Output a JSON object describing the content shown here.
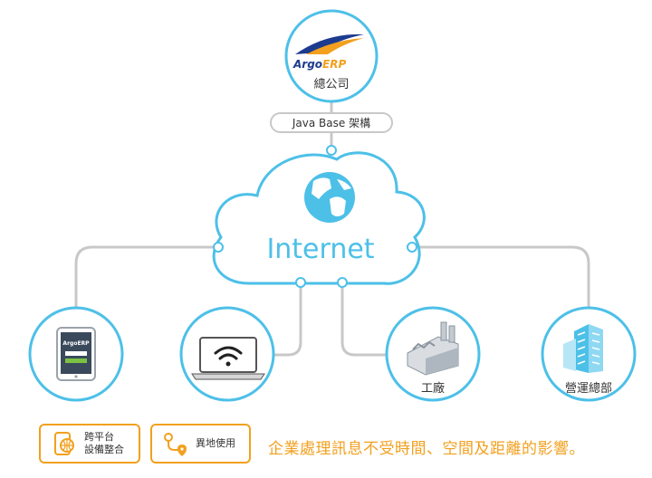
{
  "hq": {
    "logo_text_argo": "Argo",
    "logo_text_erp": "ERP",
    "label": "總公司"
  },
  "java_base_label": "Java Base 架構",
  "cloud_label": "Internet",
  "nodes": {
    "tablet": {
      "icon": "tablet-icon",
      "logo_text": "ArgoERP"
    },
    "laptop": {
      "icon": "laptop-wifi-icon"
    },
    "factory": {
      "icon": "factory-icon",
      "label": "工廠"
    },
    "operations": {
      "icon": "office-building-icon",
      "label": "營運總部"
    }
  },
  "features": [
    {
      "icon": "mobile-globe-icon",
      "line1": "跨平台",
      "line2": "設備整合"
    },
    {
      "icon": "route-icon",
      "line1": "異地使用"
    }
  ],
  "tagline": "企業處理訊息不受時間、空間及距離的影響。",
  "colors": {
    "blue": "#4dc0e8",
    "gray": "#c8c8c8",
    "orange": "#f2a01e",
    "text": "#333333"
  }
}
